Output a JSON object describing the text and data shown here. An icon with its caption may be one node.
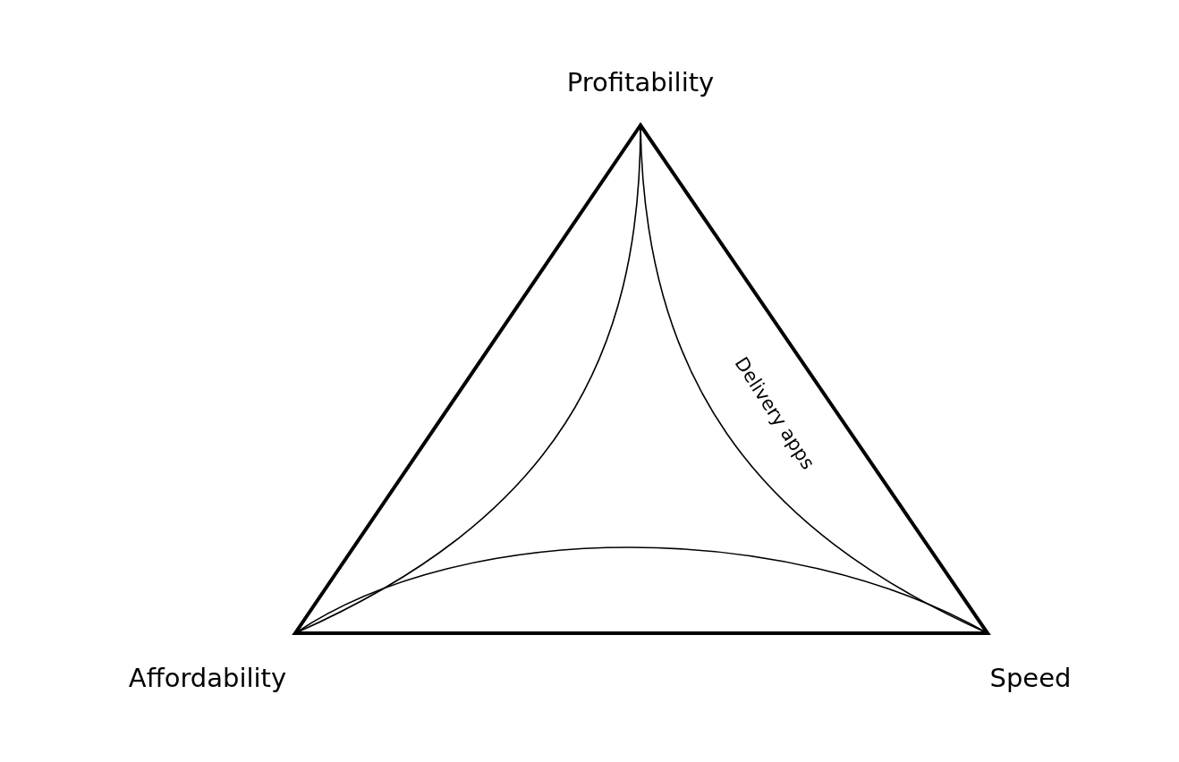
{
  "diagram": {
    "labels": [
      "Profitability",
      "Delivery apps",
      "Affordability",
      "Speed"
    ]
  }
}
